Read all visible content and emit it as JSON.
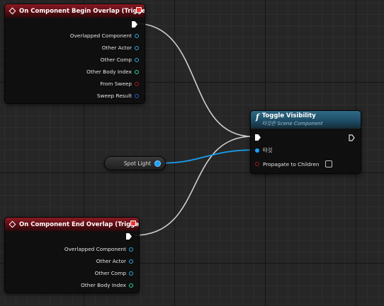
{
  "begin_overlap": {
    "title": "On Component Begin Overlap (Trigger)",
    "pins": [
      {
        "label": "Overlapped Component",
        "color": "#2aa9e0",
        "icon": "object-pin-icon"
      },
      {
        "label": "Other Actor",
        "color": "#2aa9e0",
        "icon": "object-pin-icon"
      },
      {
        "label": "Other Comp",
        "color": "#2aa9e0",
        "icon": "object-pin-icon"
      },
      {
        "label": "Other Body Index",
        "color": "#2ad1a6",
        "icon": "int-pin-icon"
      },
      {
        "label": "From Sweep",
        "color": "#a01515",
        "icon": "bool-pin-icon"
      },
      {
        "label": "Sweep Result",
        "color": "#1a5fcf",
        "icon": "struct-pin-icon"
      }
    ]
  },
  "end_overlap": {
    "title": "On Component End Overlap (Trigger)",
    "pins": [
      {
        "label": "Overlapped Component",
        "color": "#2aa9e0",
        "icon": "object-pin-icon"
      },
      {
        "label": "Other Actor",
        "color": "#2aa9e0",
        "icon": "object-pin-icon"
      },
      {
        "label": "Other Comp",
        "color": "#2aa9e0",
        "icon": "object-pin-icon"
      },
      {
        "label": "Other Body Index",
        "color": "#2ad1a6",
        "icon": "int-pin-icon"
      }
    ]
  },
  "toggle_visibility": {
    "title": "Toggle Visibility",
    "subtitle": "타깃은 Scene Component",
    "target_label": "타깃",
    "propagate_label": "Propagate to Children"
  },
  "spot_light": {
    "label": "Spot Light"
  },
  "colors": {
    "event_header": "#8a1a22",
    "function_header": "#2f6a86",
    "object_pin": "#1aa0ff",
    "exec_wire": "#d8d8d8"
  }
}
